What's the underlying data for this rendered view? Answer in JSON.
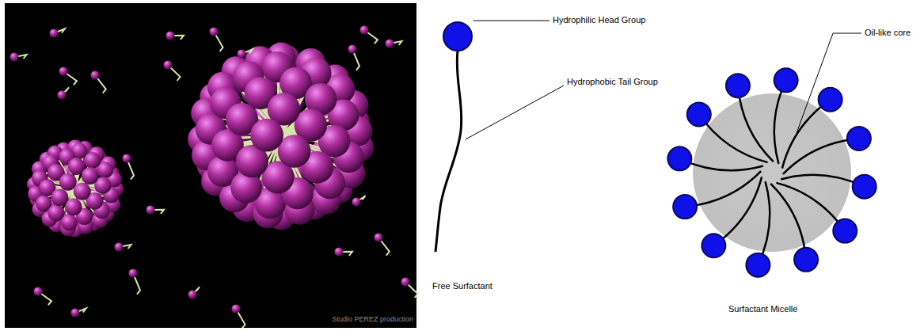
{
  "diagram": {
    "labels": [
      "Studio PEREZ production",
      "Hydrophilic Head Group",
      "Hydrophobic Tail Group",
      "Free Surfactant",
      "Oil-like core",
      "Surfactant Micelle"
    ]
  }
}
